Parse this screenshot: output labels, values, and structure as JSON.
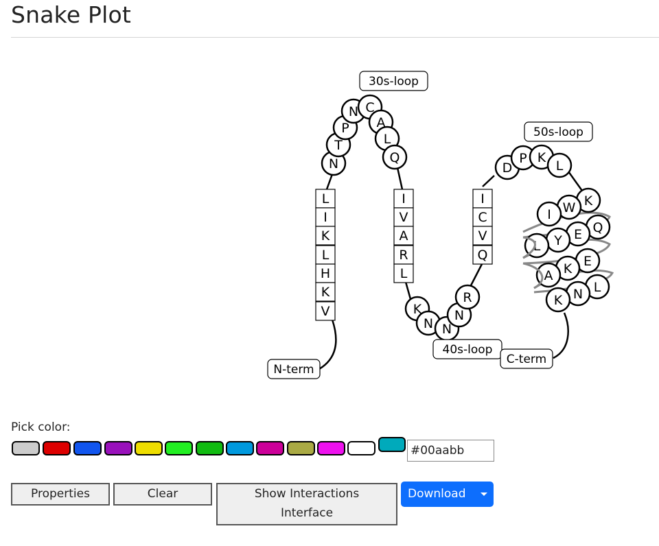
{
  "page": {
    "title": "Snake Plot"
  },
  "snake_plot": {
    "labels": {
      "n_term": "N-term",
      "loop_30s": "30s-loop",
      "loop_50s": "50s-loop",
      "loop_40s": "40s-loop",
      "c_term": "C-term"
    },
    "helix1": [
      "L",
      "I",
      "K",
      "L",
      "H",
      "K",
      "V"
    ],
    "loop1": [
      "N",
      "T",
      "P",
      "N",
      "C",
      "A",
      "L",
      "Q"
    ],
    "helix2": [
      "I",
      "V",
      "A",
      "R",
      "L"
    ],
    "loop2": [
      "K",
      "N",
      "N",
      "N",
      "R"
    ],
    "helix3": [
      "I",
      "C",
      "V",
      "Q"
    ],
    "loop3": [
      "D",
      "P",
      "K",
      "L"
    ],
    "helix4": [
      "K",
      "W",
      "I",
      "Q",
      "E",
      "Y",
      "L",
      "E",
      "K",
      "A",
      "L",
      "N",
      "K"
    ]
  },
  "color_picker": {
    "label": "Pick color:",
    "swatches": [
      "#cccccc",
      "#dd0000",
      "#1155ee",
      "#9911bb",
      "#eedd00",
      "#22ee22",
      "#11bb11",
      "#0099dd",
      "#cc0099",
      "#aaaa44",
      "#ee11ee",
      "#ffffff",
      "#00aabb"
    ],
    "selected": "#00aabb",
    "input_value": "#00aabb"
  },
  "buttons": {
    "properties": "Properties",
    "clear": "Clear",
    "show_interactions": "Show Interactions Interface",
    "download": "Download"
  }
}
